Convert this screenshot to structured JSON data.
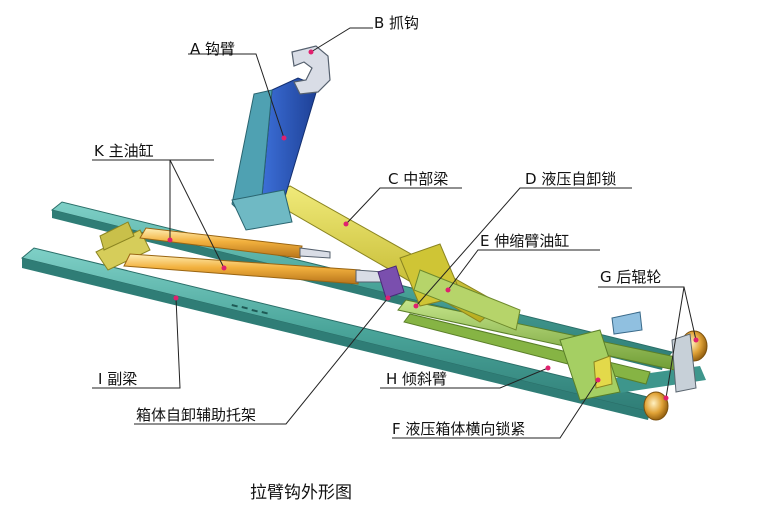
{
  "caption": "拉臂钩外形图",
  "labels": {
    "B": "B 抓钩",
    "A": "A 钩臂",
    "K": "K 主油缸",
    "C": "C 中部梁",
    "D": "D 液压自卸锁",
    "E": "E 伸缩臂油缸",
    "G": "G 后辊轮",
    "I": "I 副梁",
    "H": "H 倾斜臂",
    "box_tipper_bracket": "箱体自卸辅助托架",
    "F": "F 液压箱体横向锁紧"
  },
  "colors": {
    "frame": "#4aa59a",
    "frame_dark": "#2f7d76",
    "hook_arm": "#2b54b7",
    "hook_arm_side": "#4fa1b2",
    "middle_beam": "#d9cf34",
    "cylinder": "#e6a232",
    "tilt_arm": "#90c24a",
    "roller": "#e0a236",
    "bracket": "#7a4fae",
    "leader": "#222222",
    "dot": "#e0206e"
  }
}
